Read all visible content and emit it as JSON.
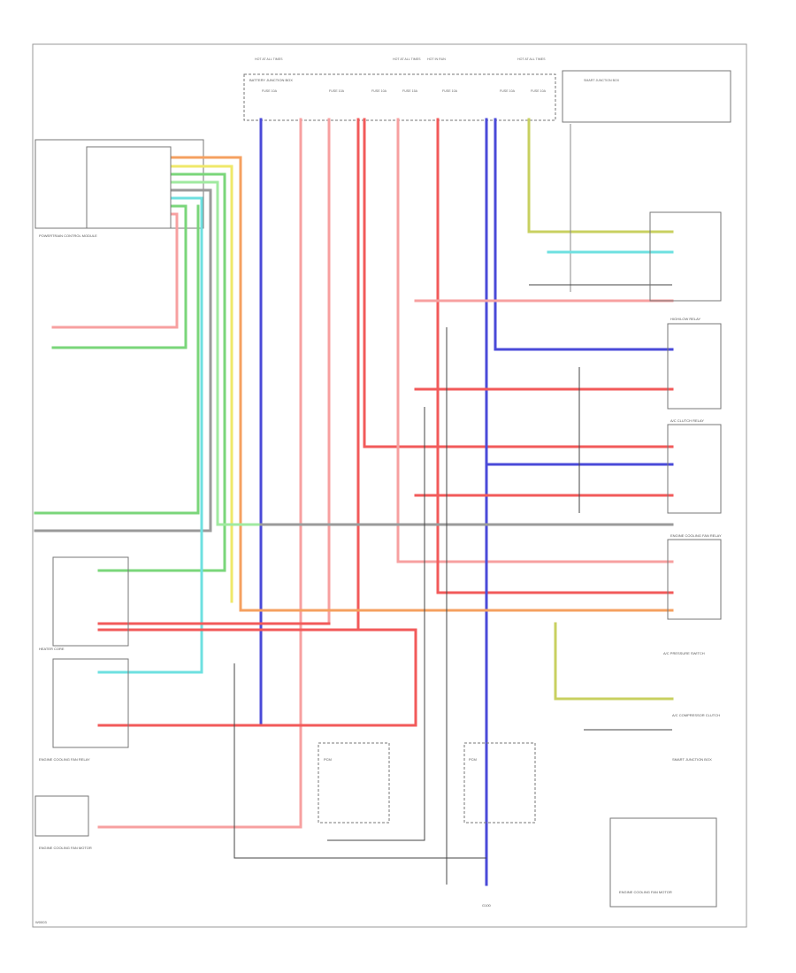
{
  "colors": {
    "blue": "#4a4ad8",
    "red": "#f25a5a",
    "pink": "#f7a0a0",
    "orange": "#f5a060",
    "yellow": "#efe86a",
    "green": "#7ad67a",
    "lightgreen": "#a0eaa0",
    "cyan": "#6ee0e0",
    "yellowgreen": "#c8d060",
    "darkgray": "#555555",
    "gray": "#9a9a9a"
  },
  "fuse_box": {
    "title": "BATTERY JUNCTION BOX",
    "hot_labels": [
      "HOT AT ALL TIMES",
      "HOT AT ALL TIMES",
      "HOT IN RUN",
      "HOT AT ALL TIMES"
    ],
    "fuses": [
      "FUSE 10A",
      "FUSE 10A",
      "FUSE 10A",
      "FUSE 15A",
      "FUSE 10A",
      "FUSE 10A",
      "FUSE 10A"
    ]
  },
  "blocks": {
    "pcm": "POWERTRAIN CONTROL MODULE",
    "heater": "HEATER CORE",
    "ac_relay": "A/C CLUTCH RELAY",
    "pcm2": "PCM",
    "engine_cooling": "ENGINE COOLING FAN RELAY",
    "fan_motor": "ENGINE COOLING FAN MOTOR",
    "clutch": "A/C COMPRESSOR CLUTCH",
    "pressure": "A/C PRESSURE SWITCH",
    "hi_low": "HIGH/LOW RELAY",
    "smart": "SMART JUNCTION BOX",
    "ground": "G100"
  },
  "footer": {
    "code": "W0003"
  }
}
